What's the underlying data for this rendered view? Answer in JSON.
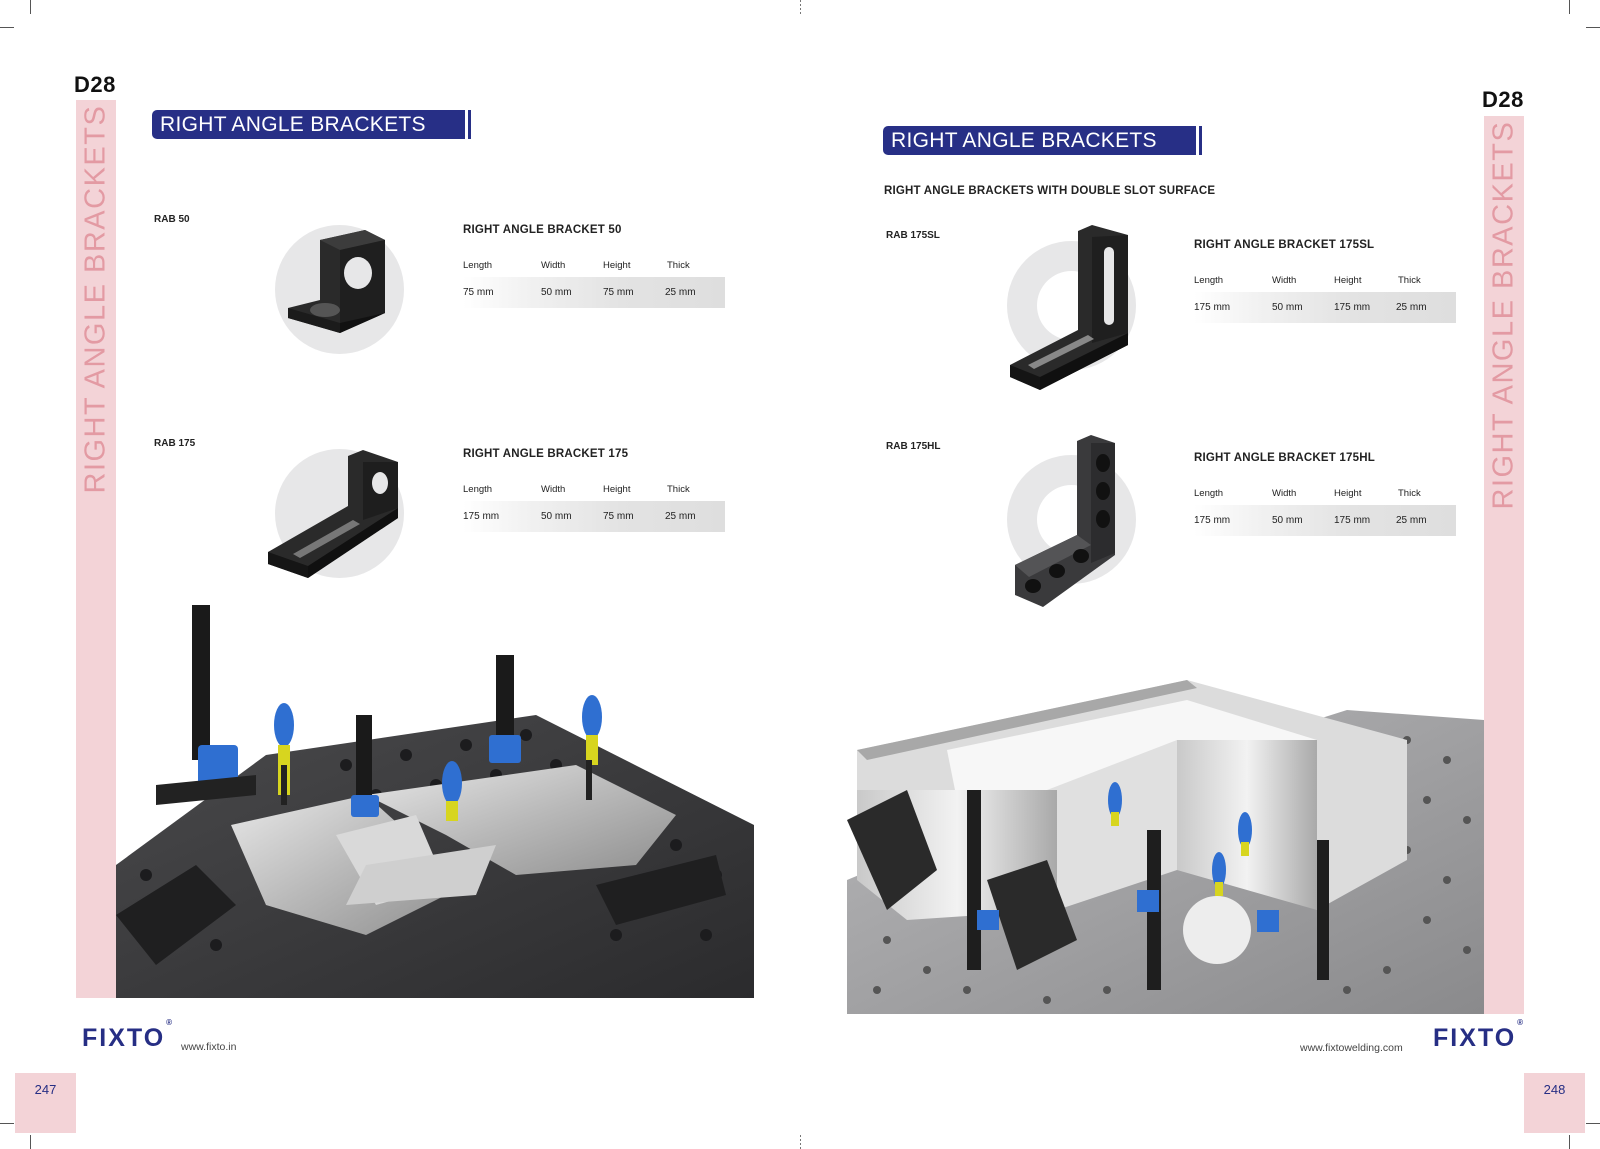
{
  "colors": {
    "banner": "#272f86",
    "strip": "#f3d3d7",
    "strip_text": "#e39aa3",
    "logo": "#262e84"
  },
  "left_page": {
    "code": "D28",
    "side_label": "RIGHT ANGLE BRACKETS",
    "heading": "RIGHT ANGLE BRACKETS",
    "products": [
      {
        "code": "RAB 50",
        "title": "RIGHT ANGLE BRACKET 50",
        "headers": [
          "Length",
          "Width",
          "Height",
          "Thick"
        ],
        "values": [
          "75 mm",
          "50 mm",
          "75 mm",
          "25 mm"
        ]
      },
      {
        "code": "RAB 175",
        "title": "RIGHT ANGLE BRACKET 175",
        "headers": [
          "Length",
          "Width",
          "Height",
          "Thick"
        ],
        "values": [
          "175 mm",
          "50 mm",
          "75 mm",
          "25 mm"
        ]
      }
    ],
    "logo": "FIXTO",
    "logo_mark": "®",
    "url": "www.fixto.in",
    "page_number": "247"
  },
  "right_page": {
    "code": "D28",
    "side_label": "RIGHT ANGLE BRACKETS",
    "heading": "RIGHT ANGLE BRACKETS",
    "subtitle": "RIGHT ANGLE BRACKETS WITH DOUBLE SLOT SURFACE",
    "products": [
      {
        "code": "RAB 175SL",
        "title": "RIGHT ANGLE BRACKET 175SL",
        "headers": [
          "Length",
          "Width",
          "Height",
          "Thick"
        ],
        "values": [
          "175 mm",
          "50 mm",
          "175 mm",
          "25 mm"
        ]
      },
      {
        "code": "RAB 175HL",
        "title": "RIGHT ANGLE BRACKET 175HL",
        "headers": [
          "Length",
          "Width",
          "Height",
          "Thick"
        ],
        "values": [
          "175 mm",
          "50 mm",
          "175 mm",
          "25 mm"
        ]
      }
    ],
    "logo": "FIXTO",
    "logo_mark": "®",
    "url": "www.fixtowelding.com",
    "page_number": "248"
  }
}
